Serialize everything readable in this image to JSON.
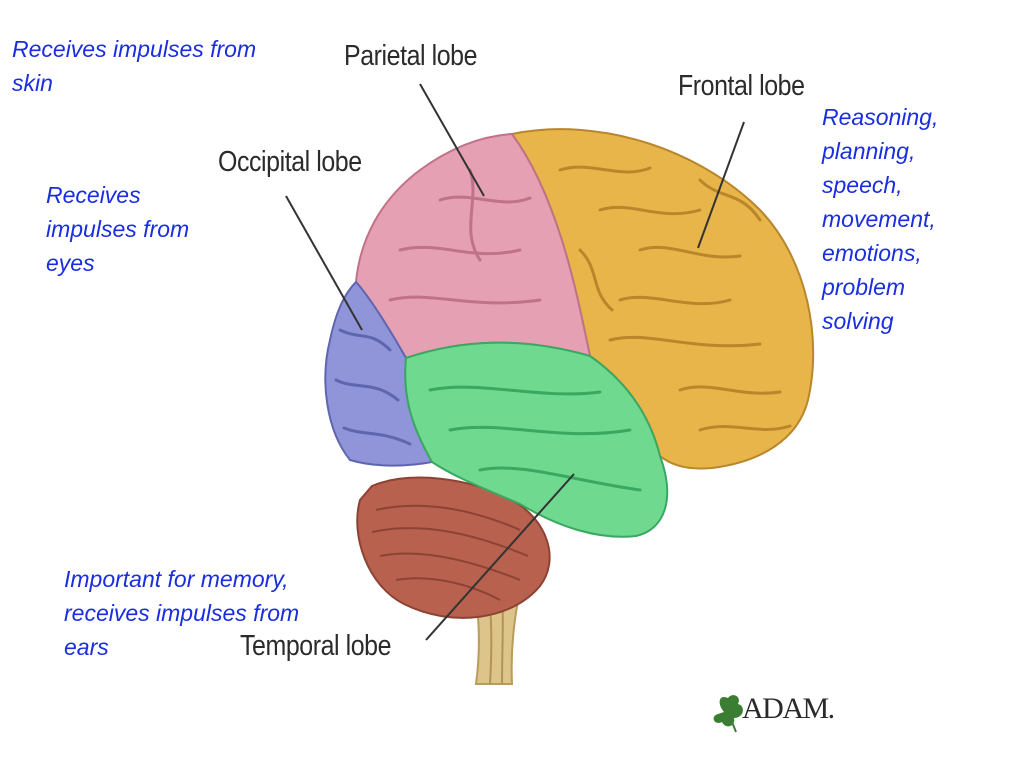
{
  "notes": {
    "parietal": "Receives impulses from\nskin",
    "occipital": "Receives\nimpulses from\neyes",
    "frontal": "Reasoning,\nplanning,\nspeech,\nmovement,\nemotions,\nproblem\nsolving",
    "temporal": "Important for memory,\nreceives impulses from\nears"
  },
  "labels": {
    "parietal": "Parietal lobe",
    "frontal": "Frontal lobe",
    "occipital": "Occipital lobe",
    "temporal": "Temporal lobe"
  },
  "logo": "ADAM.",
  "colors": {
    "note_text": "#1a2ee0",
    "frontal": "#e7b54a",
    "parietal": "#e6a0b4",
    "occipital": "#8f95d8",
    "temporal": "#6fd98f",
    "cerebellum": "#b8614f",
    "brainstem": "#dcc48a"
  }
}
